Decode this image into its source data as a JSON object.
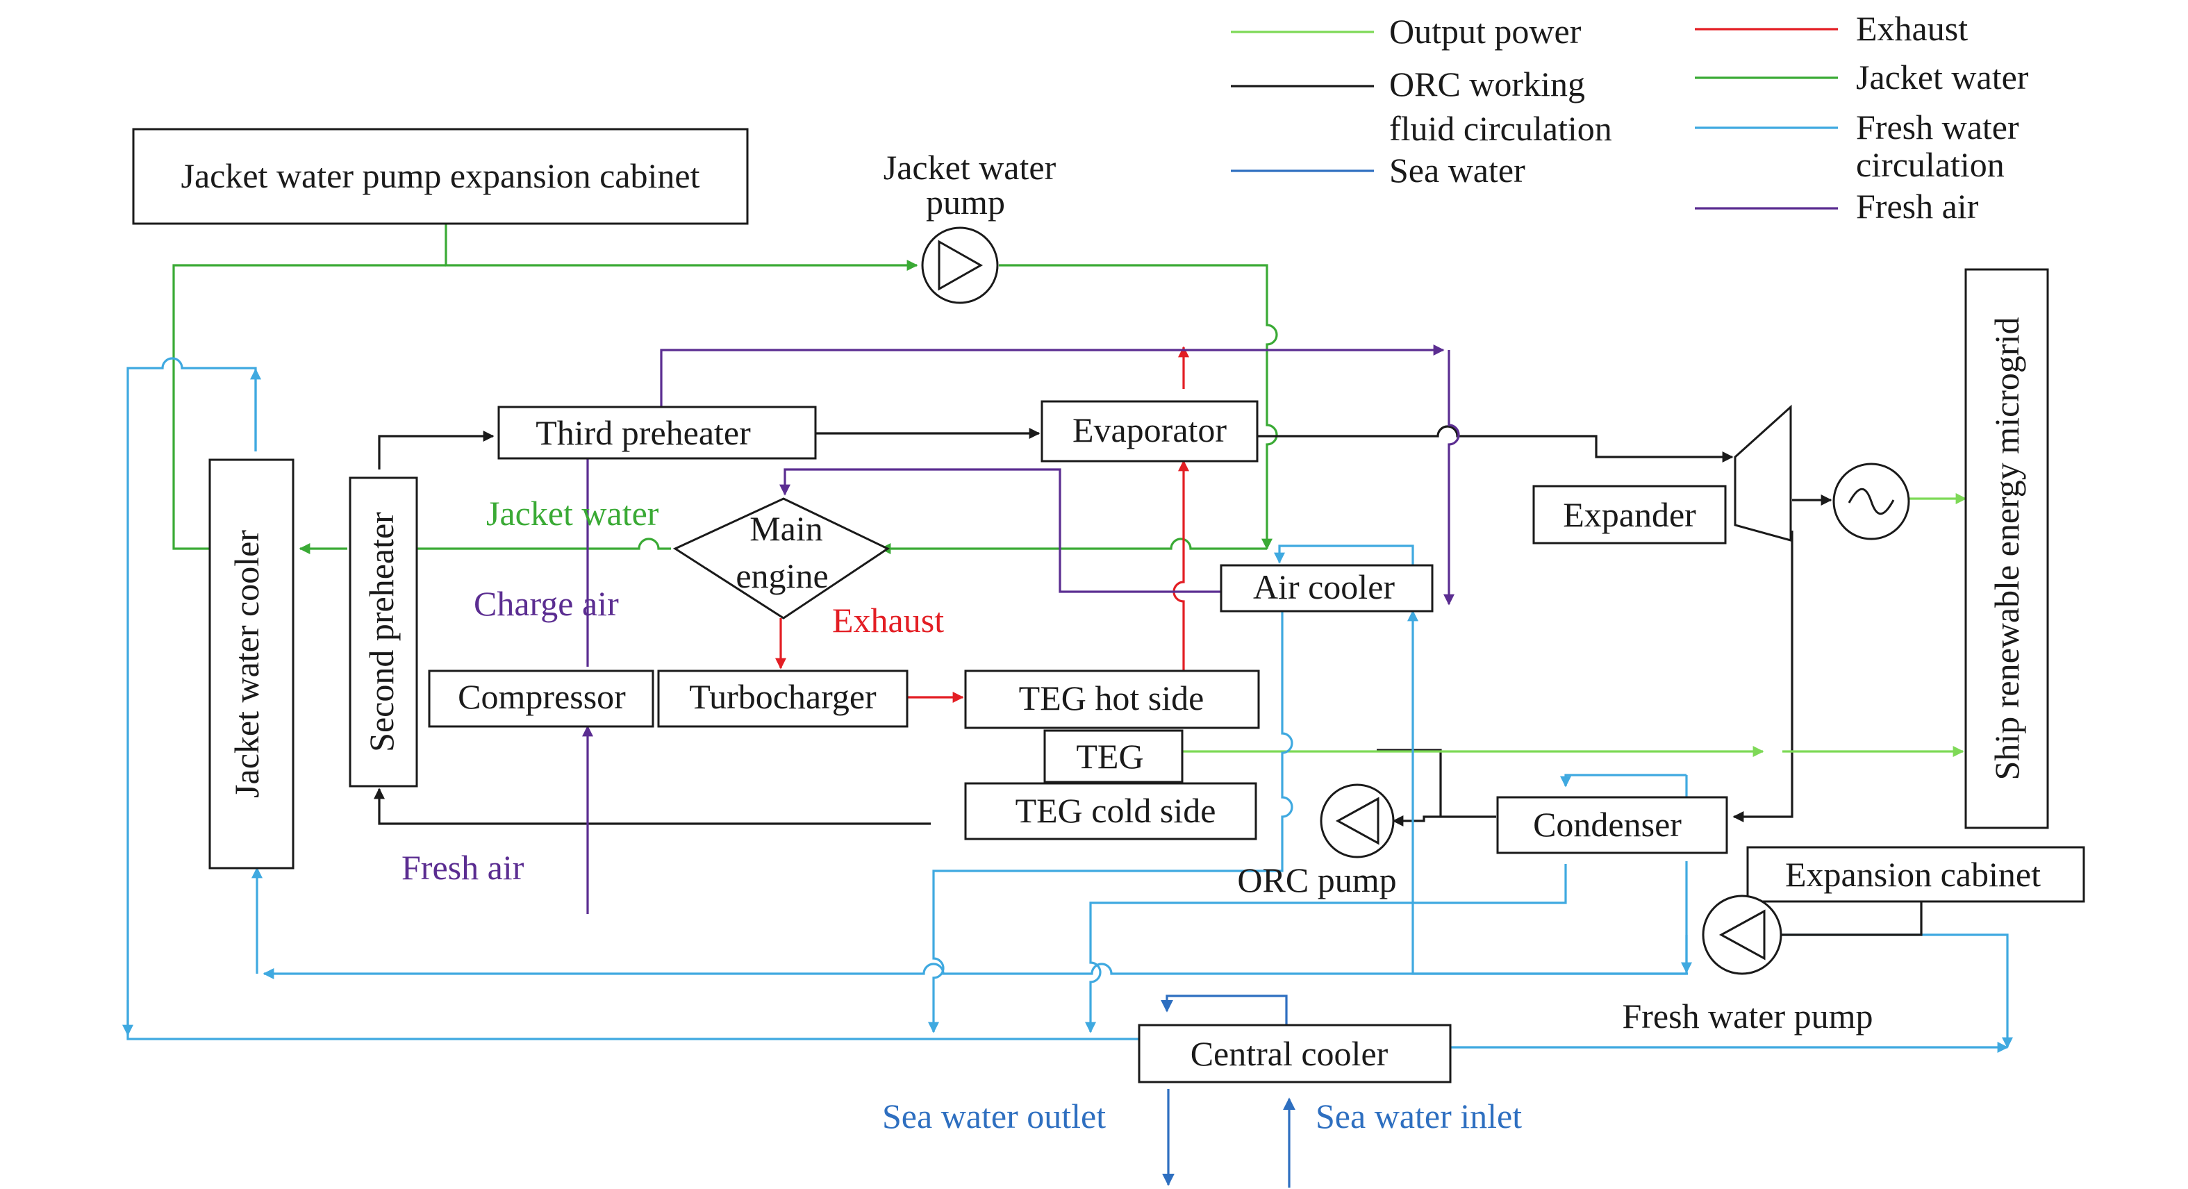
{
  "colors": {
    "output_power": "#7ed957",
    "orc": "#1a1a1a",
    "sea_water": "#2e6fc0",
    "exhaust": "#e31e24",
    "jacket_water": "#3aaa35",
    "fresh_water": "#3fa9e0",
    "fresh_air": "#5b2d91"
  },
  "legend": {
    "output_power": "Output power",
    "orc_line1": "ORC working",
    "orc_line2": "fluid circulation",
    "sea_water": "Sea water",
    "exhaust": "Exhaust",
    "jacket_water": "Jacket water",
    "fresh_water_line1": "Fresh water",
    "fresh_water_line2": "circulation",
    "fresh_air": "Fresh air"
  },
  "components": {
    "jw_pump_cabinet": "Jacket water pump expansion cabinet",
    "jw_pump_line1": "Jacket water",
    "jw_pump_line2": "pump",
    "third_preheater": "Third preheater",
    "evaporator": "Evaporator",
    "expander": "Expander",
    "microgrid": "Ship renewable energy microgrid",
    "jw_cooler": "Jacket water cooler",
    "second_preheater": "Second preheater",
    "main_engine_line1": "Main",
    "main_engine_line2": "engine",
    "air_cooler": "Air cooler",
    "compressor": "Compressor",
    "turbocharger": "Turbocharger",
    "teg_hot": "TEG hot side",
    "teg": "TEG",
    "teg_cold": "TEG cold side",
    "condenser": "Condenser",
    "orc_pump": "ORC pump",
    "expansion_cabinet": "Expansion cabinet",
    "central_cooler": "Central cooler",
    "fresh_water_pump": "Fresh water pump"
  },
  "flow_labels": {
    "jacket_water": "Jacket water",
    "charge_air": "Charge air",
    "exhaust": "Exhaust",
    "fresh_air": "Fresh air",
    "sea_water_outlet": "Sea water outlet",
    "sea_water_inlet": "Sea water inlet"
  }
}
